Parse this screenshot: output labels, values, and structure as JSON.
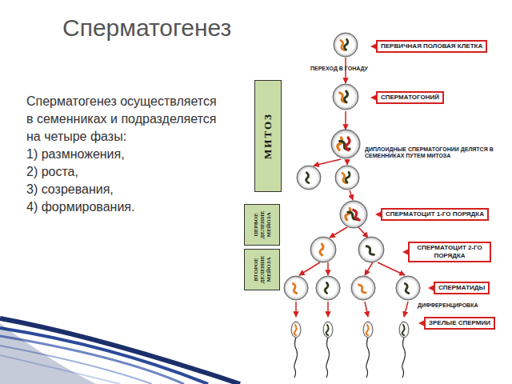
{
  "diagram": {
    "title": "Сперматогенез",
    "nodes": [
      {
        "text": [
          "ПЕРВИЧНАЯ ПОЛОВАЯ КЛЕТКА"
        ]
      },
      {
        "text": [
          "СПЕРМАТОГОНИЙ"
        ]
      },
      {
        "text": [
          "МИТОЗ"
        ]
      },
      {
        "text": [
          "ПЕРВОЕ ДЕЛЕНИЕ МЕЙОЗА"
        ]
      },
      {
        "text": [
          "СПЕРМАТОЦИТ 1-ГО ПОРЯДКА"
        ]
      },
      {
        "text": [
          "СПЕРМАТОЦИТ 2-ГО ПОРЯДКА"
        ]
      },
      {
        "text": [
          "ВТОРОЕ ДЕЛЕНИЕ МЕЙОЗА"
        ]
      },
      {
        "text": [
          "СПЕРМАТИДЫ"
        ]
      },
      {
        "text": [
          "ЗРЕЛЫЕ СПЕРМИИ"
        ]
      }
    ],
    "labels": [
      "Сперматогенез осуществляется в семенниках и подразделяется на четыре фазы:",
      "1) размножения,",
      "2) роста,",
      "3) созревания,",
      "4) формирования.",
      "ПЕРЕХОД В ГОНАДУ",
      "ДИПЛОИДНЫЕ СПЕРМАТОГОНИИ ДЕЛЯТСЯ В СЕМЕННИКАХ ПУТЕМ МИТОЗА",
      "ДИФФЕРЕНЦИРОВКА"
    ]
  }
}
